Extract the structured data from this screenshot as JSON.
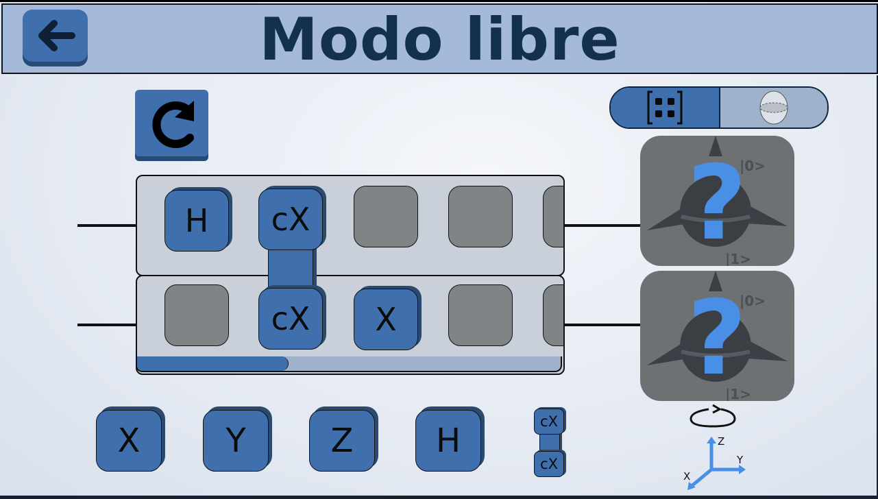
{
  "header": {
    "title": "Modo libre",
    "back_icon": "arrow-left-icon"
  },
  "toolbar": {
    "reset_icon": "redo-arrow-icon",
    "view_toggle": {
      "options": [
        {
          "icon": "matrix-icon",
          "selected": true
        },
        {
          "icon": "bloch-sphere-icon",
          "selected": false
        }
      ]
    }
  },
  "circuit": {
    "qubits": [
      {
        "slots": [
          "H",
          "cX",
          "",
          "",
          ""
        ]
      },
      {
        "slots": [
          "",
          "cX",
          "X",
          "",
          ""
        ]
      }
    ],
    "scroll_position_pct": 35
  },
  "bloch_spheres": [
    {
      "state_label_top": "|0>",
      "state_label_bottom": "|1>",
      "overlay": "?"
    },
    {
      "state_label_top": "|0>",
      "state_label_bottom": "|1>",
      "overlay": "?"
    }
  ],
  "rotate_icon": "rotate-icon",
  "axes": {
    "x": "X",
    "y": "Y",
    "z": "Z"
  },
  "palette": {
    "gates": [
      "X",
      "Y",
      "Z",
      "H"
    ],
    "cx_top": "cX",
    "cx_bottom": "cX"
  },
  "colors": {
    "accent": "#3f6fad",
    "header_bg": "#a5b9d8",
    "title": "#13304f",
    "question_mark": "#4a8fe6"
  }
}
